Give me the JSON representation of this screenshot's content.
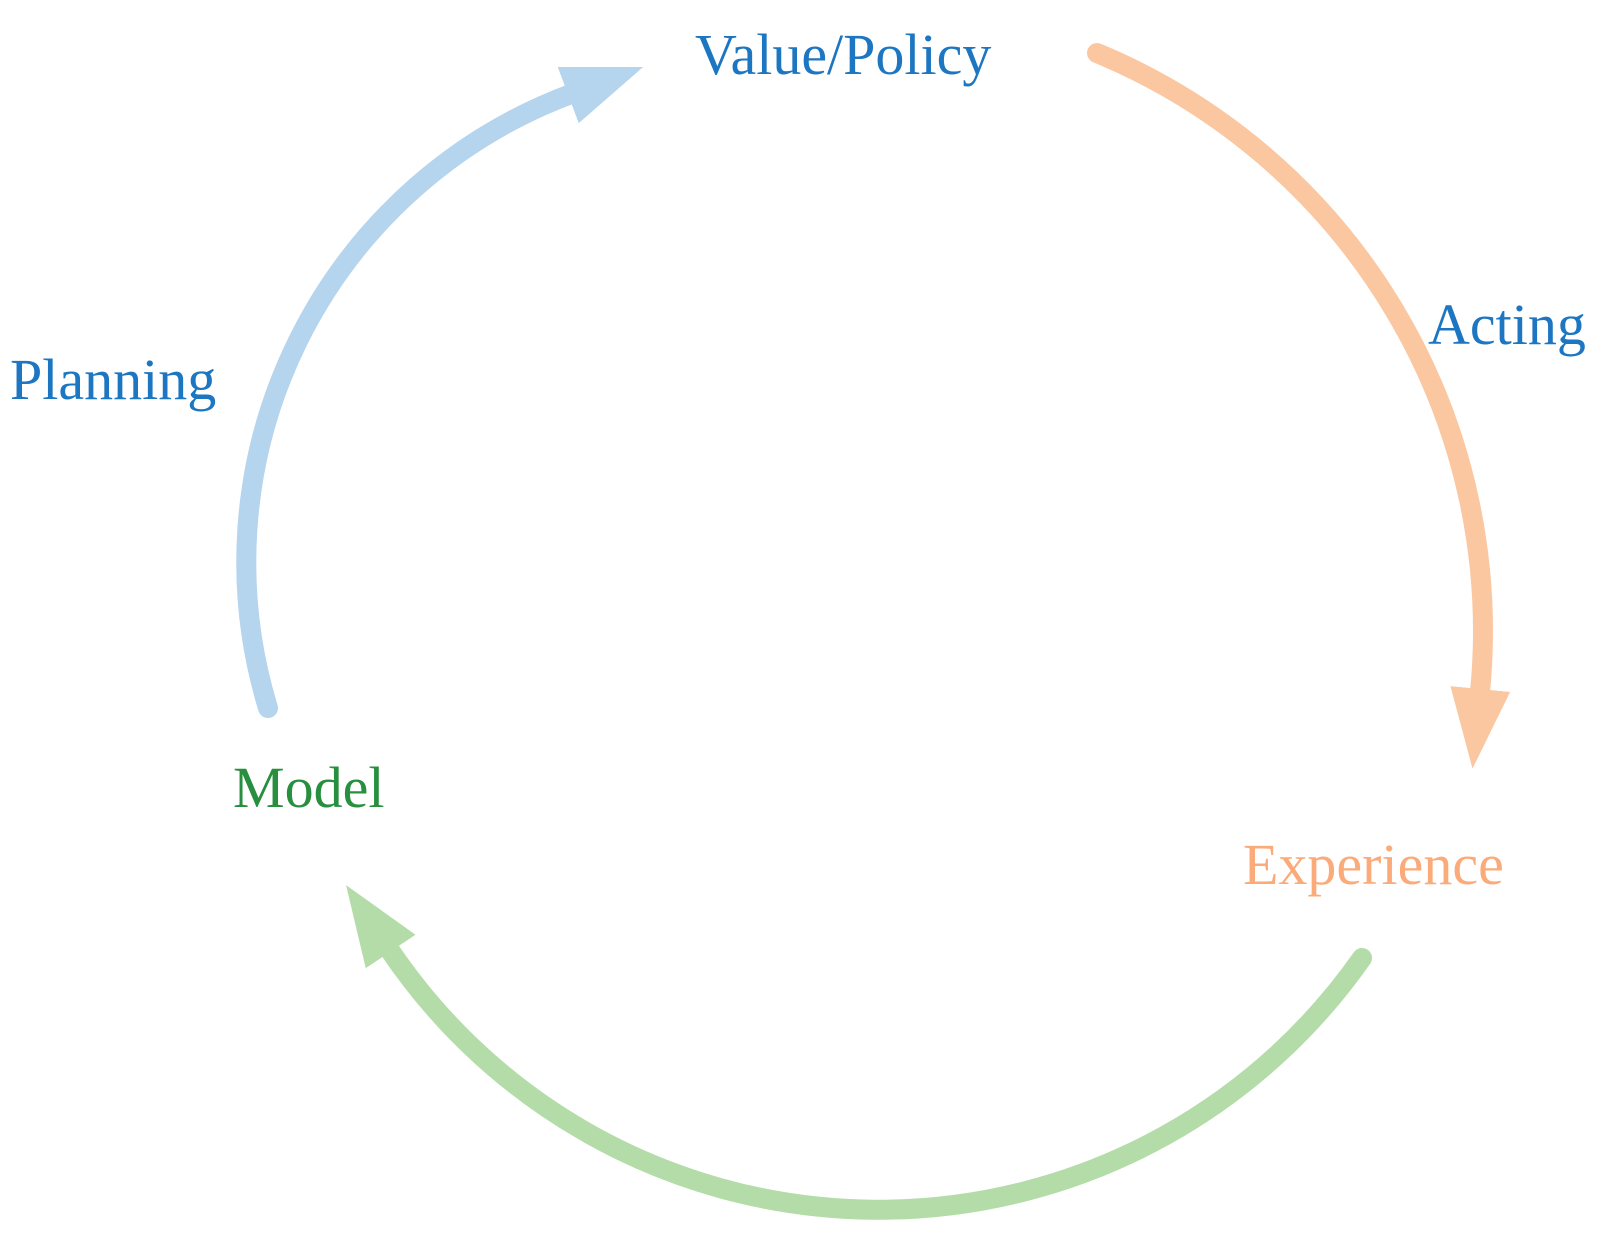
{
  "diagram": {
    "type": "cycle",
    "nodes": [
      {
        "id": "value_policy",
        "label": "Value/Policy",
        "color": "#1D76C1",
        "position": "top"
      },
      {
        "id": "experience",
        "label": "Experience",
        "color": "#FBAB79",
        "position": "bottom-right"
      },
      {
        "id": "model",
        "label": "Model",
        "color": "#278F3E",
        "position": "left"
      }
    ],
    "edges": [
      {
        "id": "planning",
        "label": "Planning",
        "from": "model",
        "to": "value_policy",
        "arrow_color": "#B5D4ED",
        "label_color": "#1D76C1"
      },
      {
        "id": "acting",
        "label": "Acting",
        "from": "value_policy",
        "to": "experience",
        "arrow_color": "#FAC7A1",
        "label_color": "#1D76C1"
      },
      {
        "id": "experience_to_model",
        "label": "",
        "from": "experience",
        "to": "model",
        "arrow_color": "#B3DCA8",
        "label_color": ""
      }
    ]
  },
  "colors": {
    "background": "#FFFFFF",
    "arrow_blue": "#B5D4ED",
    "arrow_orange": "#FAC7A1",
    "arrow_green": "#B3DCA8",
    "text_blue": "#1D76C1",
    "text_green": "#278F3E",
    "text_orange": "#FBAB79"
  }
}
